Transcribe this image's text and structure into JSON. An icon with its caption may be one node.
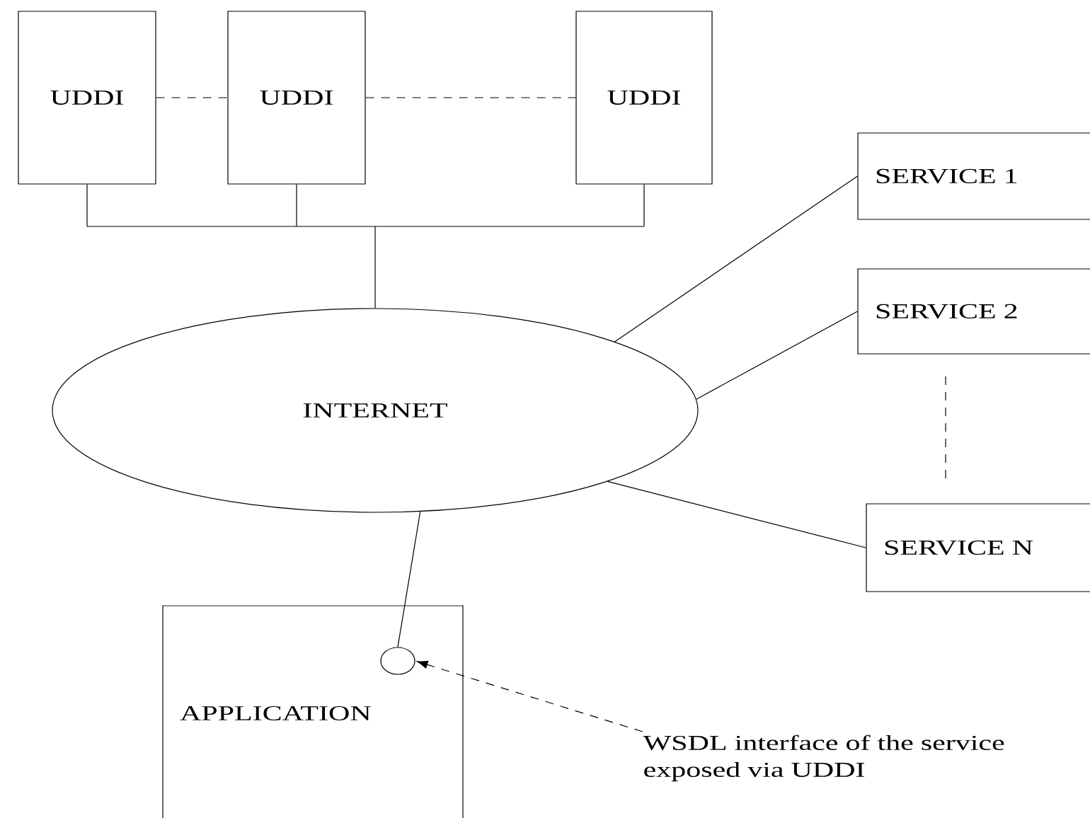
{
  "diagram": {
    "nodes": [
      {
        "text": [
          "UDDI"
        ]
      },
      {
        "text": [
          "UDDI"
        ]
      },
      {
        "text": [
          "UDDI"
        ]
      },
      {
        "text": [
          "INTERNET"
        ]
      },
      {
        "text": [
          "SERVICE 1"
        ]
      },
      {
        "text": [
          "SERVICE 2"
        ]
      },
      {
        "text": [
          "SERVICE N"
        ]
      },
      {
        "text": [
          "APPLICATION"
        ]
      },
      {
        "text": [],
        "shape": "circle",
        "in": 7
      },
      {
        "text": [
          "WSDL interface of the service exposed via UDDI"
        ]
      }
    ],
    "edges": [
      {
        "from": 0,
        "to": 1,
        "arrow": "none",
        "style": "dashed"
      },
      {
        "from": 1,
        "to": 2,
        "arrow": "none",
        "style": "dashed"
      },
      {
        "from": 0,
        "to": 3,
        "arrow": "none"
      },
      {
        "from": 1,
        "to": 3,
        "arrow": "none"
      },
      {
        "from": 2,
        "to": 3,
        "arrow": "none"
      },
      {
        "from": 3,
        "to": 4,
        "arrow": "none"
      },
      {
        "from": 3,
        "to": 5,
        "arrow": "none"
      },
      {
        "from": 3,
        "to": 6,
        "arrow": "none"
      },
      {
        "from": 3,
        "to": 8,
        "arrow": "none"
      },
      {
        "from": 9,
        "to": 8,
        "arrow": "to",
        "style": "dashed"
      }
    ]
  }
}
